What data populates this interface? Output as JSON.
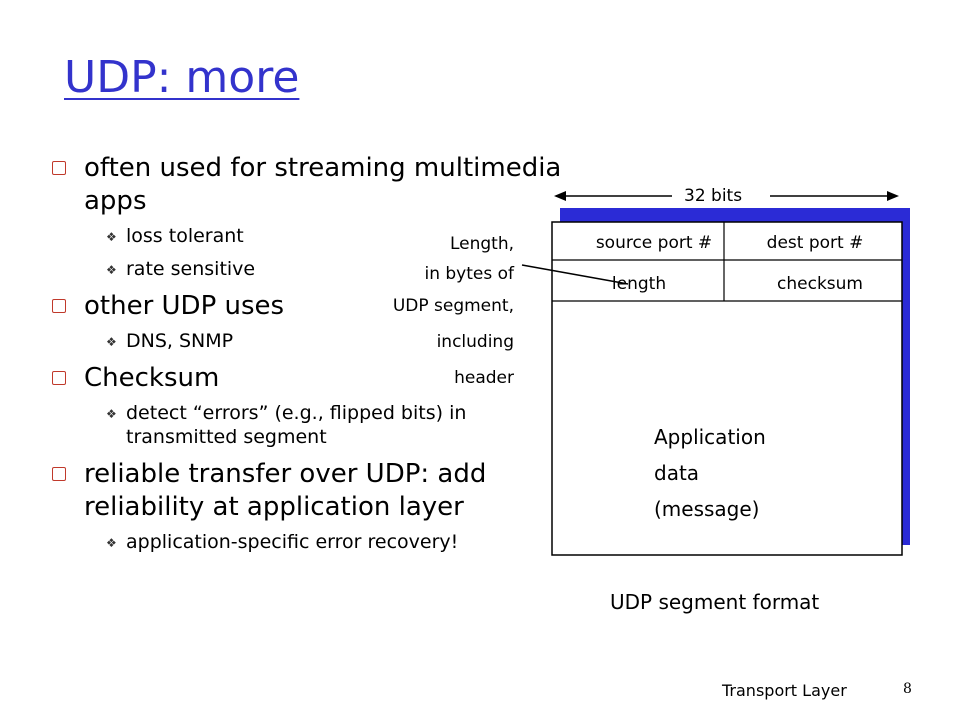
{
  "slide": {
    "title": "UDP: more",
    "bullets": [
      {
        "text": "often used for streaming multimedia apps",
        "sub": [
          "loss tolerant",
          "rate sensitive"
        ]
      },
      {
        "text": "other UDP uses",
        "sub": [
          "DNS, SNMP"
        ]
      },
      {
        "text": "Checksum",
        "sub": [
          "detect “errors” (e.g., flipped bits) in transmitted segment"
        ]
      },
      {
        "text": "reliable transfer over UDP: add reliability at application layer",
        "sub": [
          "application-specific error recovery!"
        ]
      }
    ]
  },
  "diagram": {
    "width_label": "32 bits",
    "source_port": "source port #",
    "dest_port": "dest port #",
    "length": "length",
    "checksum": "checksum",
    "app_data": [
      "Application",
      "data",
      "(message)"
    ],
    "callout": [
      "Length,",
      "in bytes of",
      "UDP segment,",
      "including",
      "header"
    ],
    "caption": "UDP segment format"
  },
  "footer": {
    "label": "Transport Layer",
    "page": "8"
  },
  "colors": {
    "title": "#3333cc",
    "bullet_marker": "#c0392b",
    "box_shadow": "#2b2bd6"
  }
}
